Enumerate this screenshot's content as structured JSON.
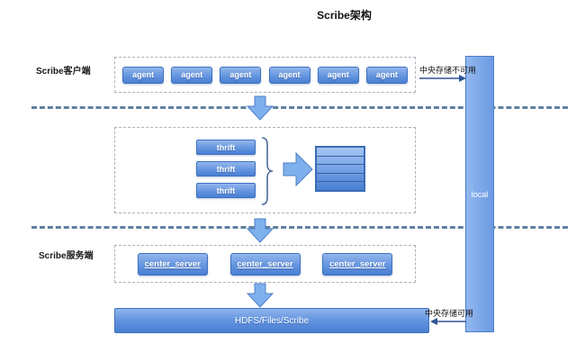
{
  "title": "Scribe架构",
  "sections": {
    "client_label": "Scribe客户端",
    "server_label": "Scribe服务端"
  },
  "agents": {
    "items": [
      "agent",
      "agent",
      "agent",
      "agent",
      "agent",
      "agent"
    ]
  },
  "thrift": {
    "items": [
      "thrift",
      "thrift",
      "thrift"
    ]
  },
  "center_servers": {
    "items": [
      "center_server",
      "center_server",
      "center_server"
    ]
  },
  "storage": {
    "hdfs_label": "HDFS/Files/Scribe",
    "local_label": "local"
  },
  "annotations": {
    "central_storage_unavailable": "中央存储不可用",
    "central_storage_available": "中央存储可用"
  },
  "colors": {
    "node_blue_top": "#93b6ec",
    "node_blue_bottom": "#4a7fd2",
    "node_border": "#3f72c0",
    "separator_dash": "#60819f",
    "container_dash": "#a9b2bc",
    "annotation_arrow": "#2e5395",
    "block_arrow_fill": "#7fb0ee"
  }
}
